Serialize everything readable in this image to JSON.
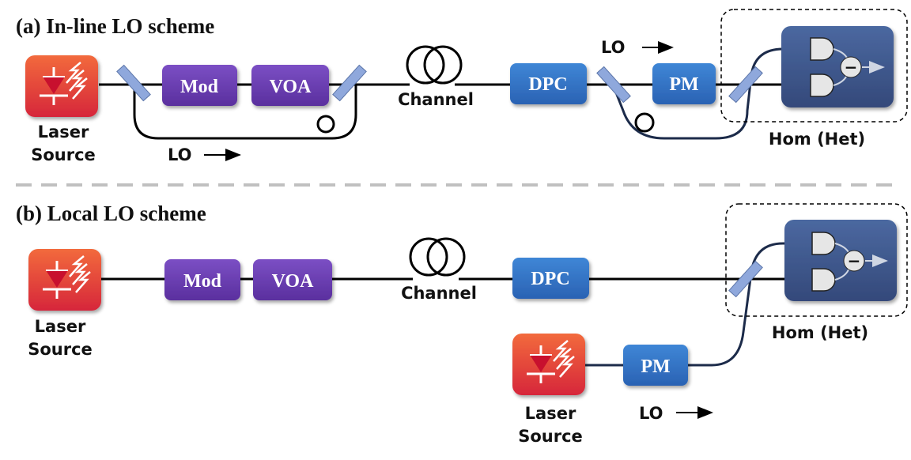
{
  "panel_a": {
    "title": "(a) In-line LO scheme",
    "laser_line1": "Laser",
    "laser_line2": "Source",
    "mod": "Mod",
    "voa": "VOA",
    "channel": "Channel",
    "dpc": "DPC",
    "pm": "PM",
    "lo_top": "LO",
    "lo_bottom": "LO",
    "detector_label": "Hom (Het)",
    "minus": "−"
  },
  "panel_b": {
    "title": "(b) Local LO scheme",
    "laser_line1": "Laser",
    "laser_line2": "Source",
    "mod": "Mod",
    "voa": "VOA",
    "channel": "Channel",
    "dpc": "DPC",
    "pm": "PM",
    "lo": "LO",
    "laser2_line1": "Laser",
    "laser2_line2": "Source",
    "detector_label": "Hom (Het)",
    "minus": "−"
  },
  "colors": {
    "purple_box": "#6a3fb0",
    "blue_box": "#2e6fc0",
    "laser_red": "#e0402e",
    "detector_box": "#3f5a8c",
    "fiber_dark": "#1c2b4a",
    "splitter": "#8fa8dc"
  }
}
